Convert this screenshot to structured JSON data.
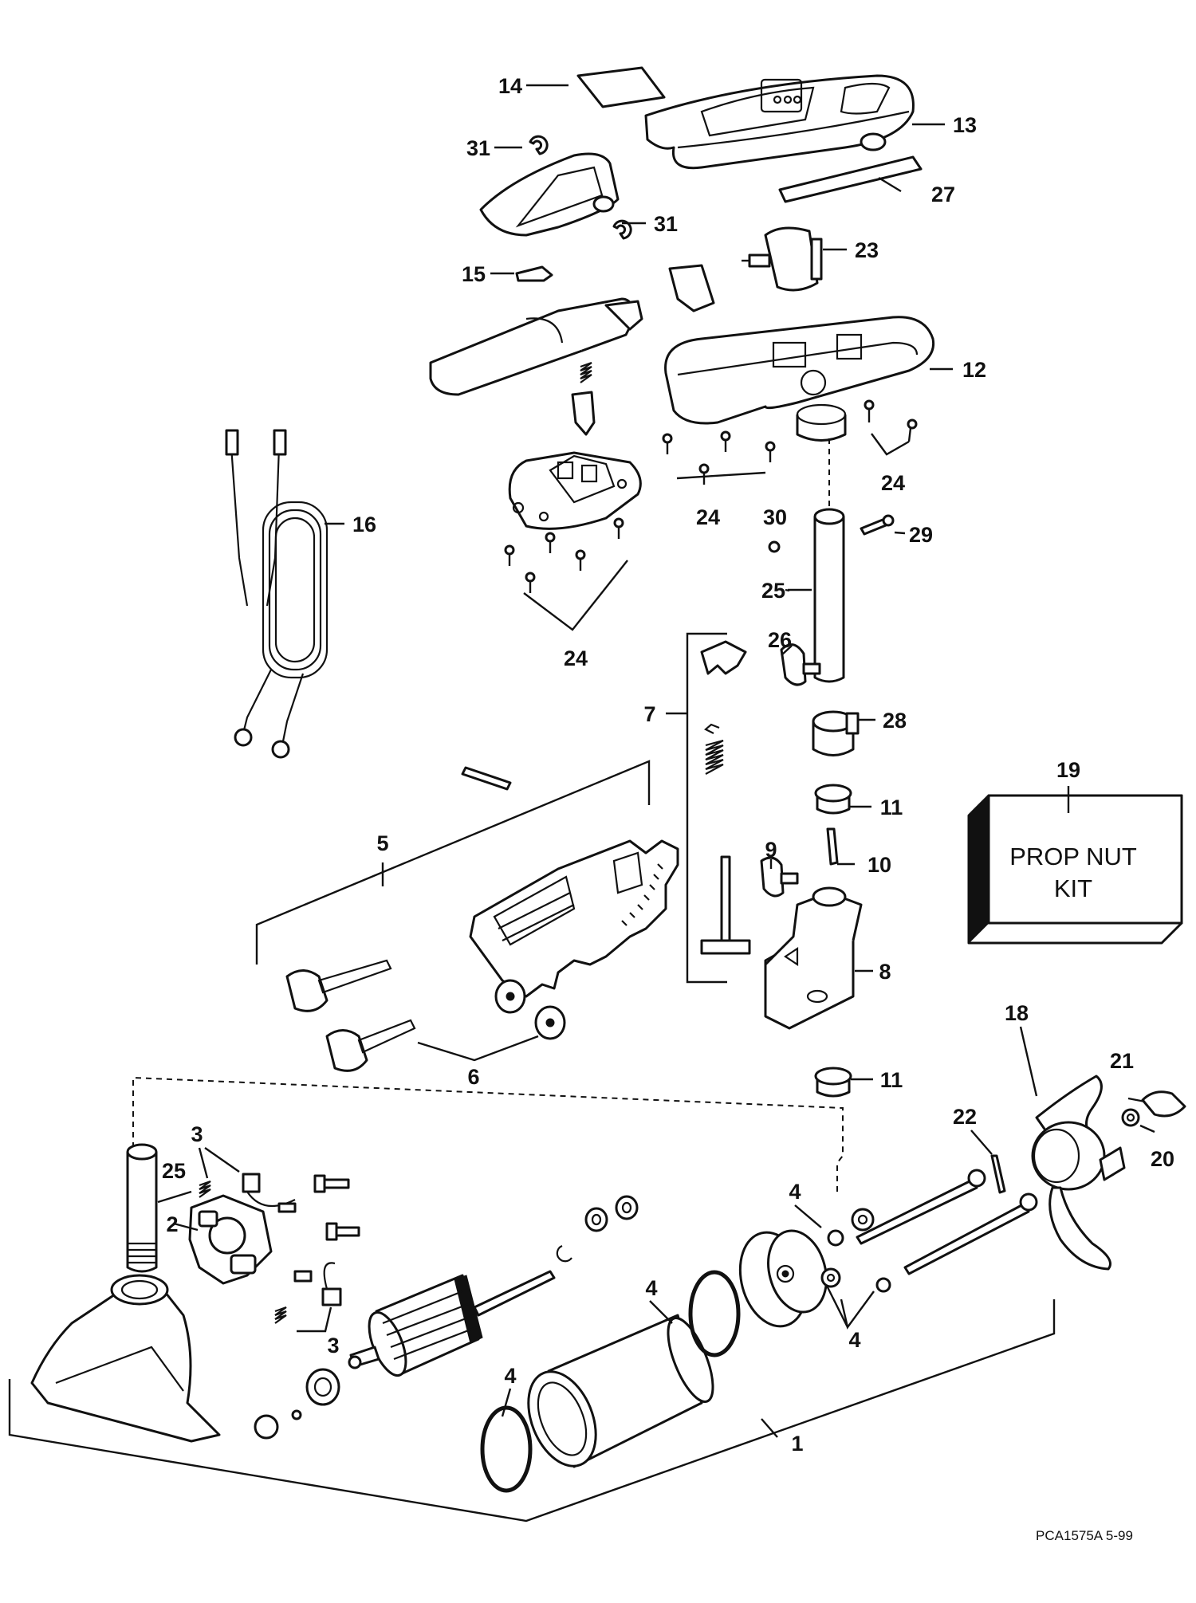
{
  "diagram": {
    "callouts": {
      "c14": "14",
      "c13": "13",
      "c31a": "31",
      "c31b": "31",
      "c27": "27",
      "c23": "23",
      "c15": "15",
      "c12": "12",
      "c16": "16",
      "c24a": "24",
      "c24b": "24",
      "c24c": "24",
      "c30": "30",
      "c29": "29",
      "c25a": "25",
      "c26": "26",
      "c7": "7",
      "c28": "28",
      "c19": "19",
      "c11a": "11",
      "c5": "5",
      "c9": "9",
      "c10": "10",
      "c8": "8",
      "c6": "6",
      "c11b": "11",
      "c18": "18",
      "c21": "21",
      "c3a": "3",
      "c25b": "25",
      "c22": "22",
      "c20": "20",
      "c2": "2",
      "c4a": "4",
      "c3b": "3",
      "c4b": "4",
      "c4c": "4",
      "c4d": "4",
      "c1": "1"
    },
    "prop_nut_kit": [
      "PROP NUT",
      "KIT"
    ],
    "figure_code": "PCA1575A   5-99"
  }
}
